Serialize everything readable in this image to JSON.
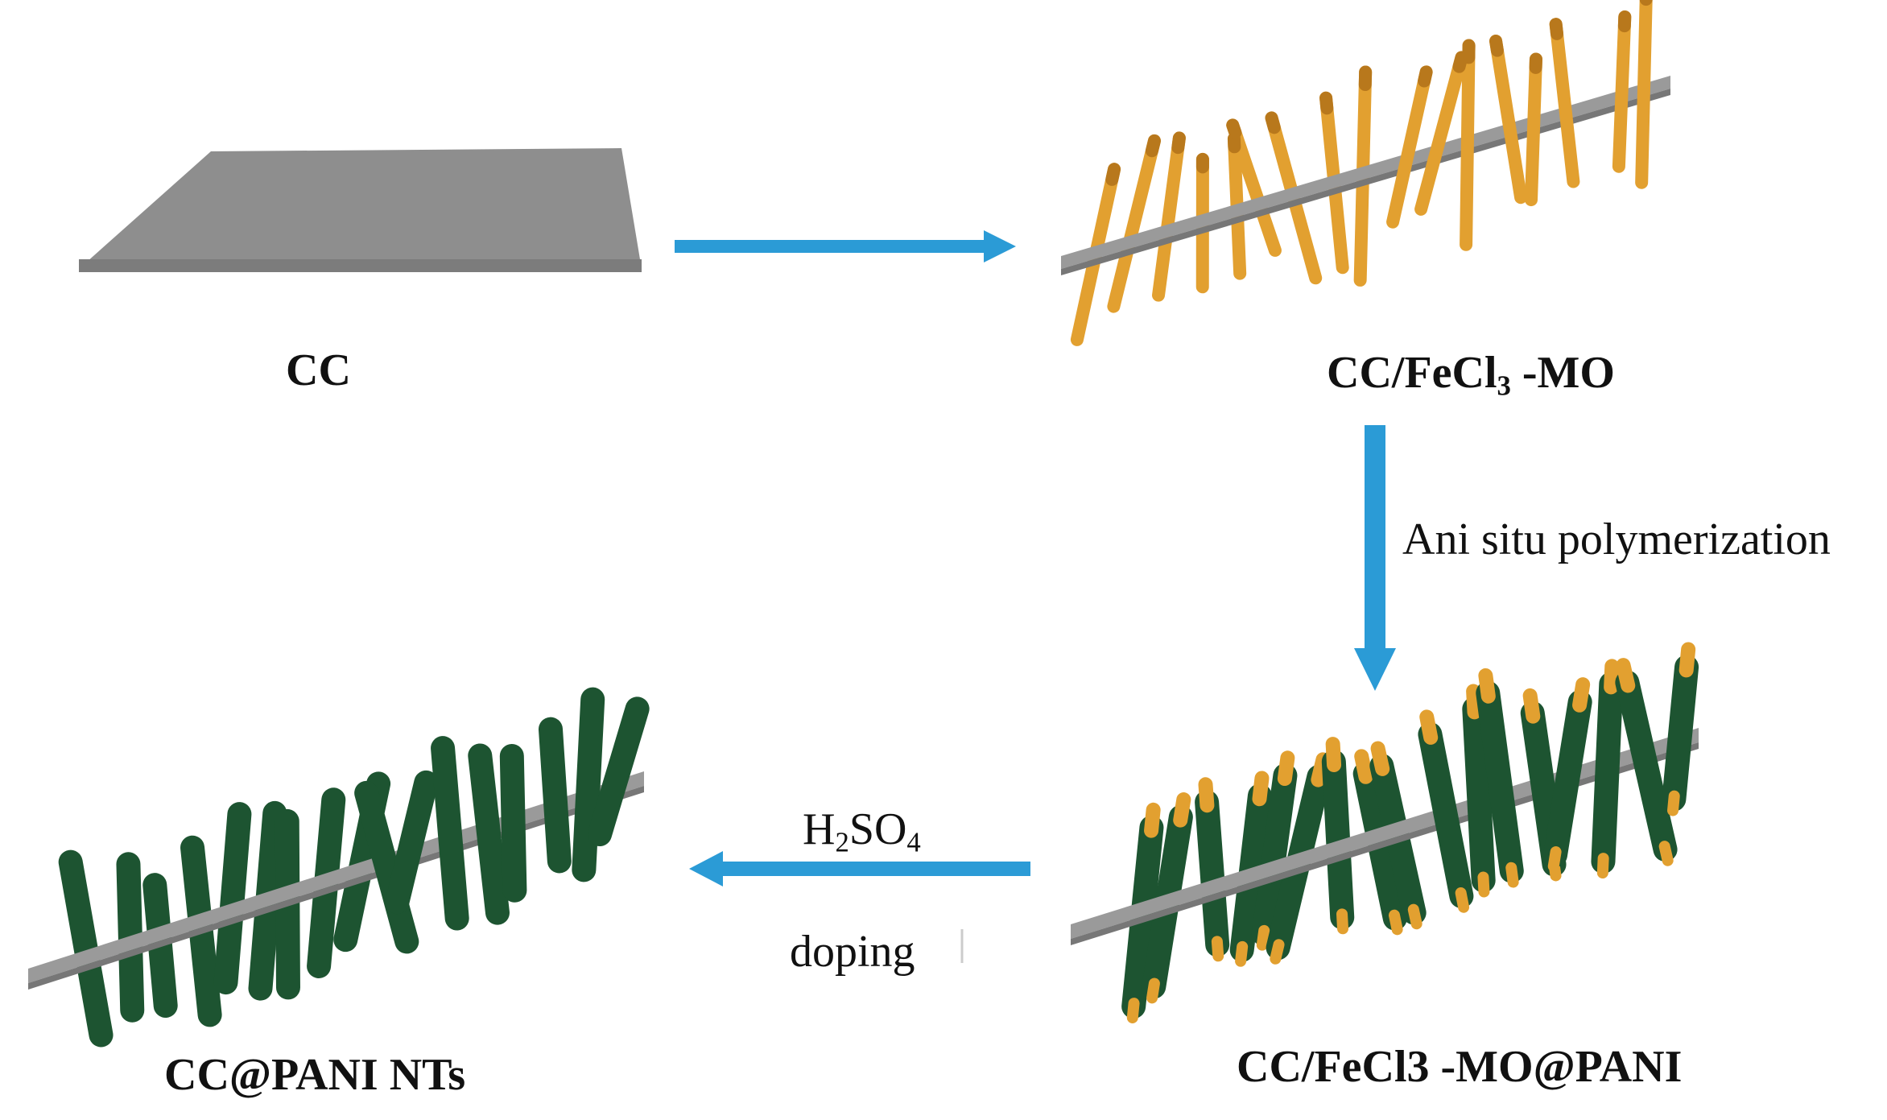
{
  "labels": {
    "cc": "CC",
    "mo_prefix": "CC/FeCl",
    "mo_sub": "3",
    "mo_suffix": " -MO",
    "pani": "CC/FeCl3 -MO@PANI",
    "nts": "CC@PANI NTs"
  },
  "steps": {
    "vertical": "Ani situ polymerization",
    "acid_h": "H",
    "acid_h_sub": "2",
    "acid_so": "SO",
    "acid_so_sub": "4",
    "doping": "doping"
  },
  "colors": {
    "cloth": "#9a9a9a",
    "cloth_top": "#8c8c8c",
    "rod_orange": "#e2a030",
    "rod_orange_dark": "#b8781c",
    "rod_green": "#1d5431",
    "rod_green_dark": "#123a20",
    "arrow": "#2b9bd6"
  }
}
